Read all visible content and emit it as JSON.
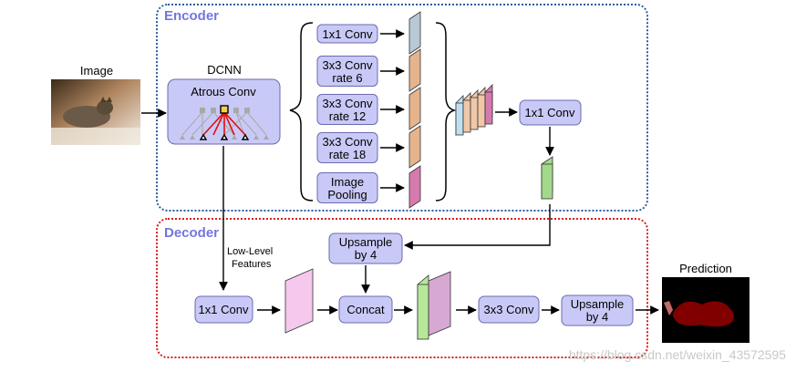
{
  "sections": {
    "encoder": "Encoder",
    "decoder": "Decoder"
  },
  "input": {
    "label": "Image"
  },
  "dcnn": {
    "title": "DCNN",
    "block": "Atrous Conv"
  },
  "aspp": [
    {
      "line1": "1x1 Conv",
      "line2": ""
    },
    {
      "line1": "3x3 Conv",
      "line2": "rate 6"
    },
    {
      "line1": "3x3 Conv",
      "line2": "rate 12"
    },
    {
      "line1": "3x3 Conv",
      "line2": "rate 18"
    },
    {
      "line1": "Image",
      "line2": "Pooling"
    }
  ],
  "encoder_out": {
    "conv": "1x1 Conv"
  },
  "decoder": {
    "low_level_line1": "Low-Level",
    "low_level_line2": "Features",
    "conv1x1": "1x1 Conv",
    "upsample_a_line1": "Upsample",
    "upsample_a_line2": "by 4",
    "concat": "Concat",
    "conv3x3": "3x3 Conv",
    "upsample_b_line1": "Upsample",
    "upsample_b_line2": "by 4"
  },
  "output": {
    "label": "Prediction"
  },
  "watermark": "https://blog.csdn.net/weixin_43572595",
  "colors": {
    "encoder_border": "#2b5d9e",
    "decoder_border": "#d42020",
    "section_title": "#7575e0",
    "block_fill": "#c9c9f7",
    "block_stroke": "#6b6bb0"
  }
}
